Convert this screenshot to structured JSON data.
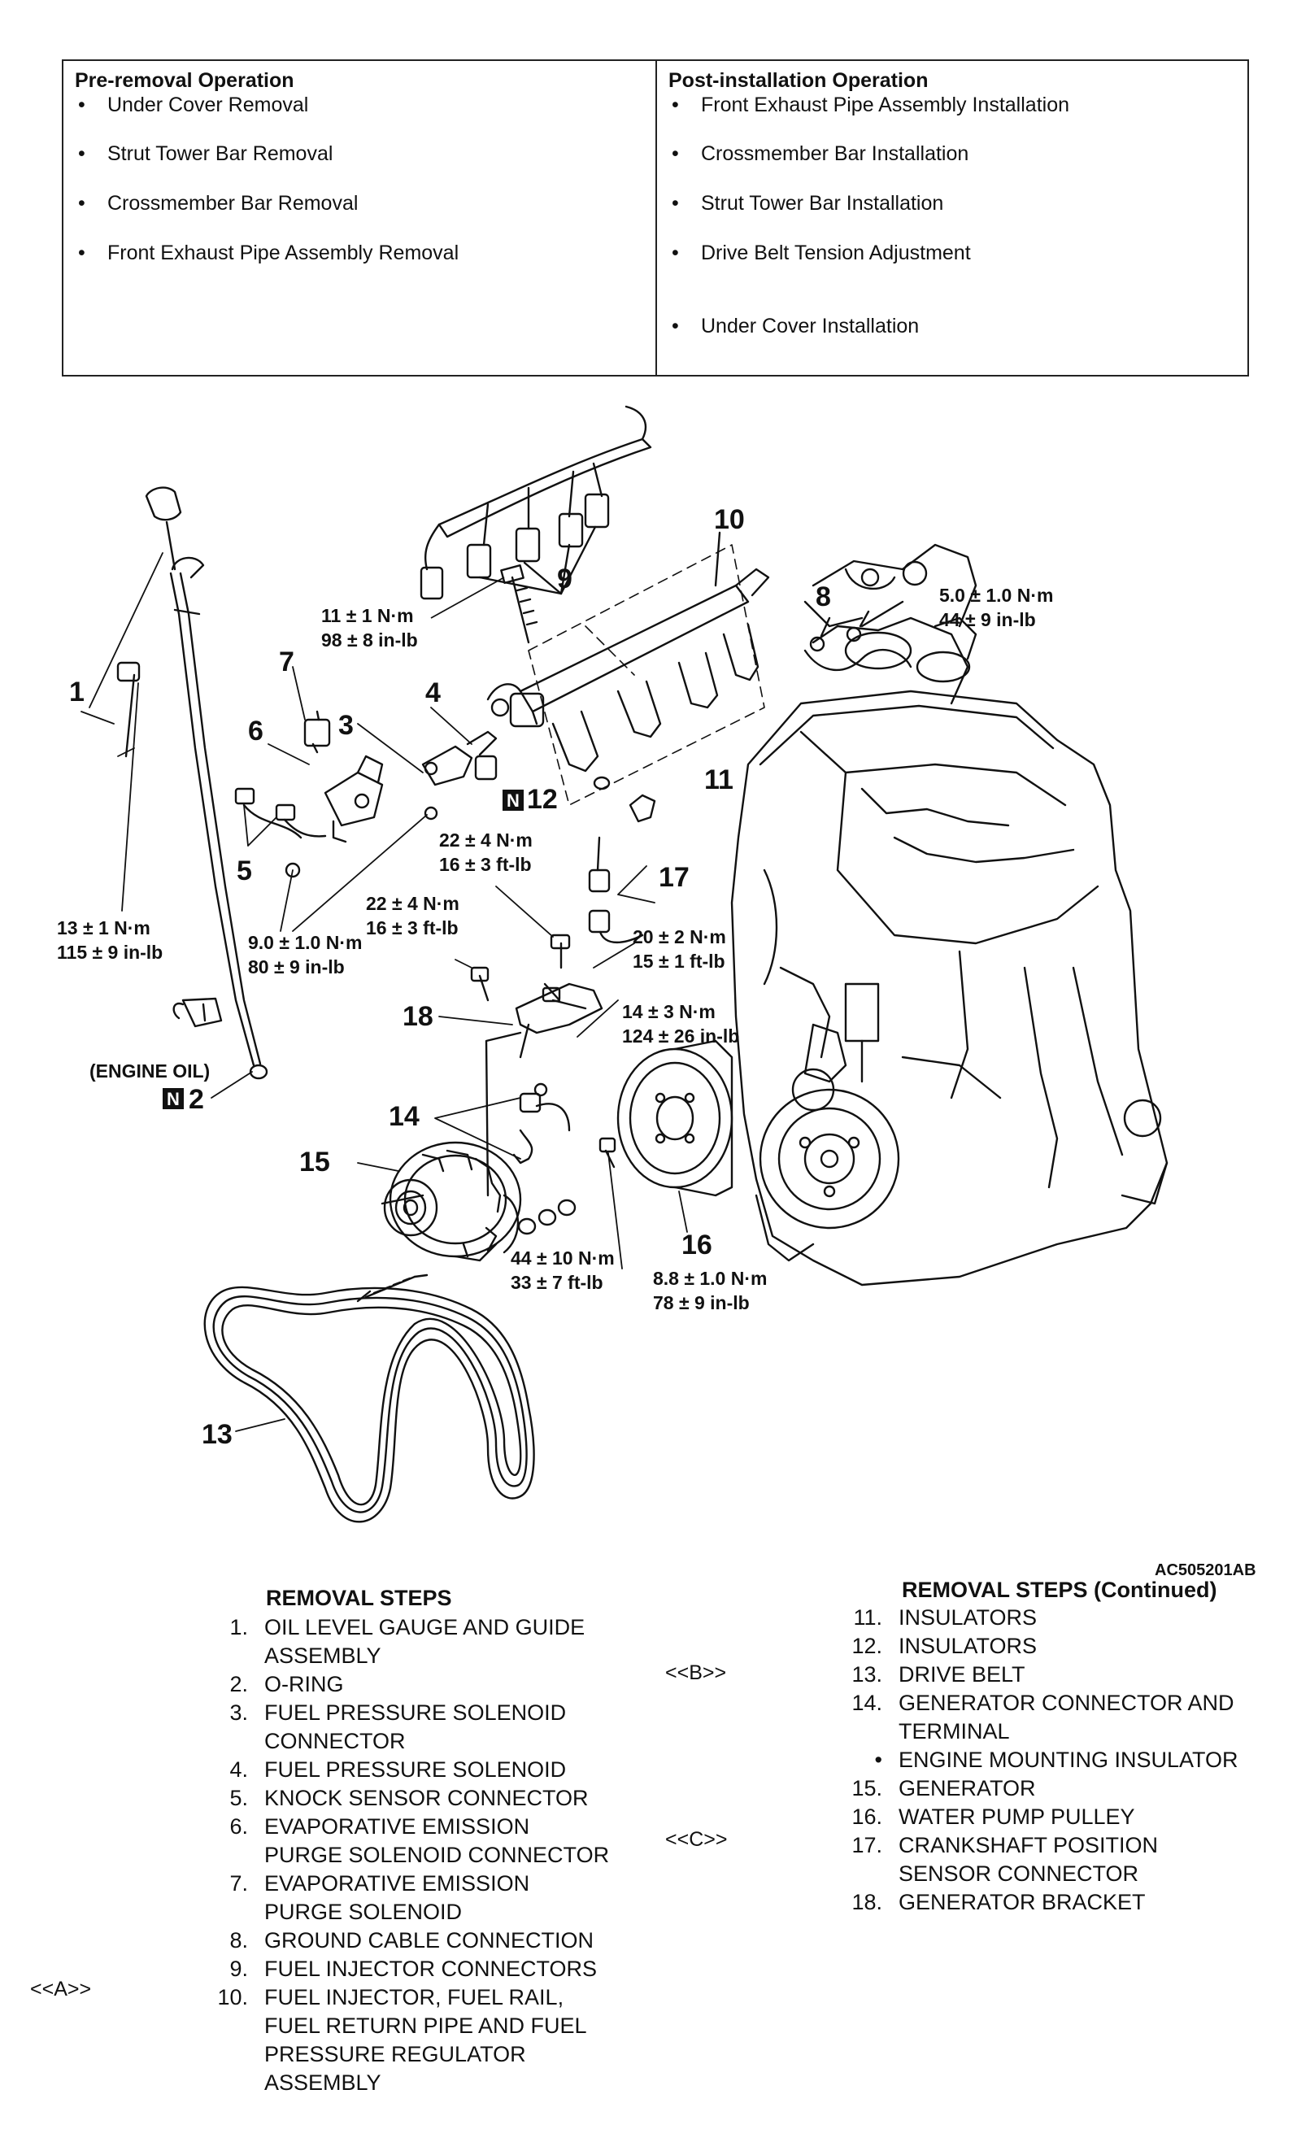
{
  "operations": {
    "pre_removal": {
      "heading": "Pre-removal Operation",
      "items": [
        "Under Cover Removal",
        "Strut Tower Bar Removal",
        "Crossmember Bar Removal",
        "Front Exhaust Pipe Assembly Removal"
      ]
    },
    "post_installation": {
      "heading": "Post-installation Operation",
      "items": [
        "Front Exhaust Pipe Assembly Installation",
        "Crossmember Bar Installation",
        "Strut Tower Bar Installation",
        "Drive Belt Tension Adjustment",
        "Under Cover Installation"
      ]
    },
    "bullet": "•"
  },
  "diagram": {
    "callouts": {
      "c1": "1",
      "c2": "2",
      "c3": "3",
      "c4": "4",
      "c5": "5",
      "c6": "6",
      "c7": "7",
      "c8": "8",
      "c9": "9",
      "c10": "10",
      "c11": "11",
      "c12": "12",
      "c13": "13",
      "c14": "14",
      "c15": "15",
      "c16": "16",
      "c17": "17",
      "c18": "18"
    },
    "n_badge": "N",
    "engine_oil": "(ENGINE OIL)",
    "torques": {
      "t_fuelrail_nm": "11 ± 1 N·m",
      "t_fuelrail_inlb": "98 ± 8 in-lb",
      "t_ground_nm": "5.0 ± 1.0 N·m",
      "t_ground_inlb": "44 ± 9 in-lb",
      "t_gauge_nm": "13 ± 1 N·m",
      "t_gauge_inlb": "115 ± 9 in-lb",
      "t_solenoid_nm": "9.0 ± 1.0 N·m",
      "t_solenoid_inlb": "80 ± 9 in-lb",
      "t_bracket_a_nm": "22 ± 4 N·m",
      "t_bracket_a_ftlb": "16 ± 3 ft-lb",
      "t_bracket_b_nm": "22 ± 4 N·m",
      "t_bracket_b_ftlb": "16 ± 3 ft-lb",
      "t_bracket_c_nm": "20 ± 2 N·m",
      "t_bracket_c_ftlb": "15 ± 1 ft-lb",
      "t_terminal_nm": "14 ± 3 N·m",
      "t_terminal_inlb": "124 ± 26 in-lb",
      "t_generator_nm": "44 ± 10 N·m",
      "t_generator_ftlb": "33 ± 7 ft-lb",
      "t_pulley_nm": "8.8 ± 1.0 N·m",
      "t_pulley_inlb": "78 ± 9 in-lb"
    },
    "figure_id": "AC505201AB"
  },
  "removal_steps": {
    "heading": "REMOVAL STEPS",
    "heading_continued": "REMOVAL STEPS (Continued)",
    "marks": {
      "A": "<<A>>",
      "B": "<<B>>",
      "C": "<<C>>"
    },
    "left": [
      {
        "num": "1.",
        "lines": [
          "OIL LEVEL GAUGE AND GUIDE",
          "ASSEMBLY"
        ]
      },
      {
        "num": "2.",
        "lines": [
          "O-RING"
        ]
      },
      {
        "num": "3.",
        "lines": [
          "FUEL PRESSURE SOLENOID",
          "CONNECTOR"
        ]
      },
      {
        "num": "4.",
        "lines": [
          "FUEL PRESSURE SOLENOID"
        ]
      },
      {
        "num": "5.",
        "lines": [
          "KNOCK SENSOR CONNECTOR"
        ]
      },
      {
        "num": "6.",
        "lines": [
          "EVAPORATIVE EMISSION",
          "PURGE SOLENOID CONNECTOR"
        ]
      },
      {
        "num": "7.",
        "lines": [
          "EVAPORATIVE EMISSION",
          "PURGE SOLENOID"
        ]
      },
      {
        "num": "8.",
        "lines": [
          "GROUND CABLE CONNECTION"
        ]
      },
      {
        "num": "9.",
        "lines": [
          "FUEL INJECTOR CONNECTORS"
        ]
      },
      {
        "num": "10.",
        "lines": [
          "FUEL INJECTOR, FUEL RAIL,",
          "FUEL RETURN PIPE AND FUEL",
          "PRESSURE REGULATOR",
          "ASSEMBLY"
        ]
      }
    ],
    "right": [
      {
        "num": "11.",
        "lines": [
          "INSULATORS"
        ]
      },
      {
        "num": "12.",
        "lines": [
          "INSULATORS"
        ]
      },
      {
        "num": "13.",
        "lines": [
          "DRIVE BELT"
        ]
      },
      {
        "num": "14.",
        "lines": [
          "GENERATOR CONNECTOR AND",
          "TERMINAL"
        ]
      },
      {
        "num": "•",
        "lines": [
          "ENGINE MOUNTING INSULATOR"
        ]
      },
      {
        "num": "15.",
        "lines": [
          "GENERATOR"
        ]
      },
      {
        "num": "16.",
        "lines": [
          "WATER PUMP PULLEY"
        ]
      },
      {
        "num": "17.",
        "lines": [
          "CRANKSHAFT POSITION",
          "SENSOR CONNECTOR"
        ]
      },
      {
        "num": "18.",
        "lines": [
          "GENERATOR BRACKET"
        ]
      }
    ]
  }
}
